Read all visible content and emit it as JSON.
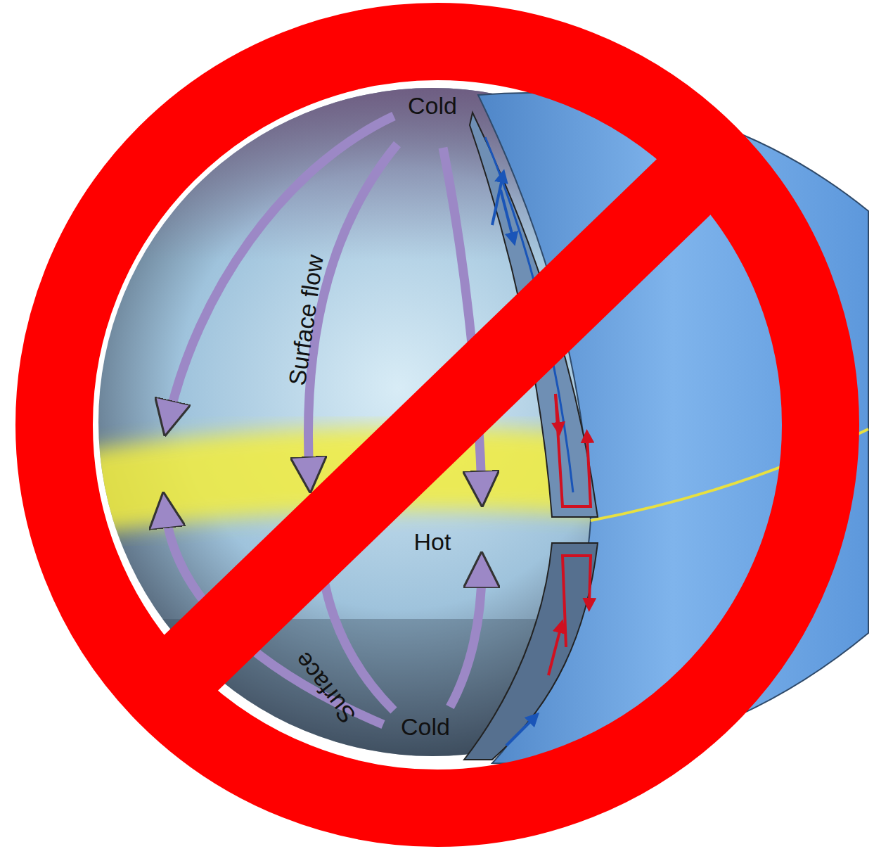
{
  "diagram": {
    "labels": [
      "Cold",
      "Surface flow",
      "Hot",
      "Surface",
      "Cold"
    ]
  }
}
